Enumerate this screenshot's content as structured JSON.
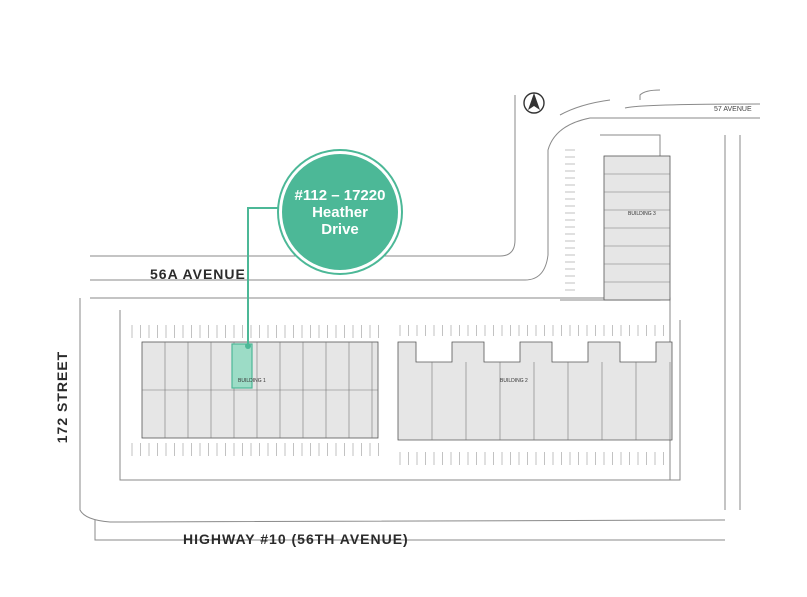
{
  "roads": {
    "avenue_56a": "56A AVENUE",
    "highway": "HIGHWAY #10 (56TH AVENUE)",
    "street_172": "172 STREET",
    "avenue_57": "57 AVENUE"
  },
  "callout": {
    "line1": "#112 – 17220",
    "line2": "Heather",
    "line3": "Drive",
    "color": "#4cb897"
  },
  "buildings": {
    "b1": "BUILDING 1",
    "b2": "BUILDING 2",
    "b3": "BUILDING 3"
  },
  "north_icon": "north-arrow-icon",
  "highlight_unit": "112"
}
